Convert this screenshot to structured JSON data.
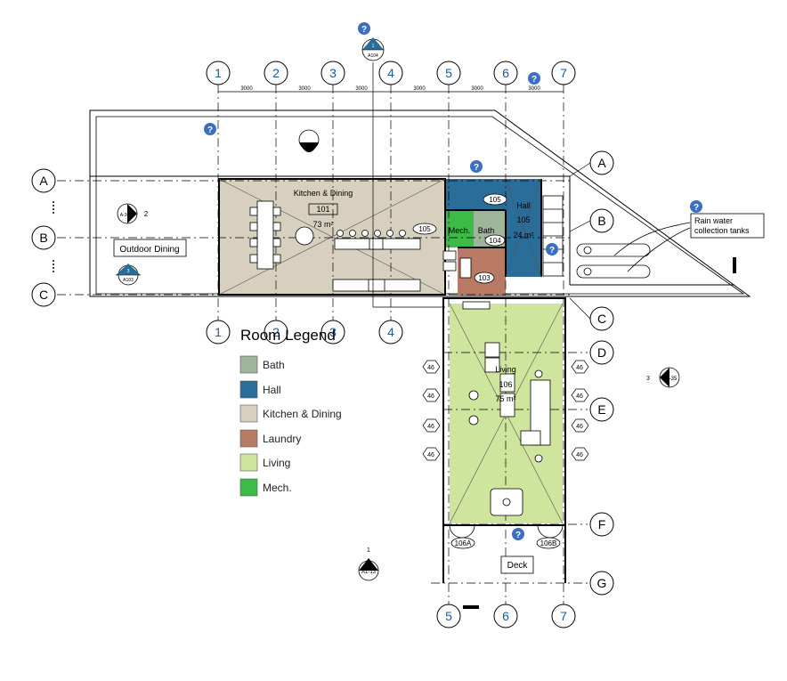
{
  "grid": {
    "columns": [
      "1",
      "2",
      "3",
      "4",
      "5",
      "6",
      "7"
    ],
    "rows": [
      "A",
      "B",
      "C",
      "D",
      "E",
      "F",
      "G"
    ],
    "dimensions": [
      "3000",
      "3000",
      "3000",
      "3000",
      "3000",
      "3000"
    ]
  },
  "rooms": {
    "kitchen": {
      "name": "Kitchen & Dining",
      "number": "101",
      "area": "73 m²"
    },
    "living": {
      "name": "Living",
      "number": "106",
      "area": "75 m²"
    },
    "hall": {
      "name": "Hall",
      "number": "105",
      "area": "24 m²"
    },
    "bath": {
      "name": "Bath",
      "number": "104"
    },
    "mech": {
      "name": "Mech."
    }
  },
  "tags": {
    "door_105": "105",
    "door_103": "103",
    "door_106a": "106A",
    "door_106b": "106B",
    "window": "46"
  },
  "labels": {
    "outdoor_dining": "Outdoor Dining",
    "deck": "Deck",
    "rain_water": [
      "Rain water",
      "collection tanks"
    ]
  },
  "section_marks": {
    "top": {
      "num": "1",
      "sheet": "A104"
    },
    "left": {
      "num": "3",
      "sheet": "A103"
    },
    "bottom": {
      "num": "1",
      "sheet": "A1-13"
    },
    "left_elev": {
      "sheet": "A-34",
      "num": "2"
    },
    "right_elev": {
      "num": "3",
      "sheet": "A-35"
    }
  },
  "legend": {
    "title": "Room Legend",
    "items": [
      {
        "label": "Bath",
        "color": "#9fb59a"
      },
      {
        "label": "Hall",
        "color": "#2a6d99"
      },
      {
        "label": "Kitchen & Dining",
        "color": "#d7d0be"
      },
      {
        "label": "Laundry",
        "color": "#b97a64"
      },
      {
        "label": "Living",
        "color": "#cfe49c"
      },
      {
        "label": "Mech.",
        "color": "#3dbb47"
      }
    ]
  },
  "colors": {
    "grid": "#1a5aa0",
    "help": "#3b6fc2"
  }
}
